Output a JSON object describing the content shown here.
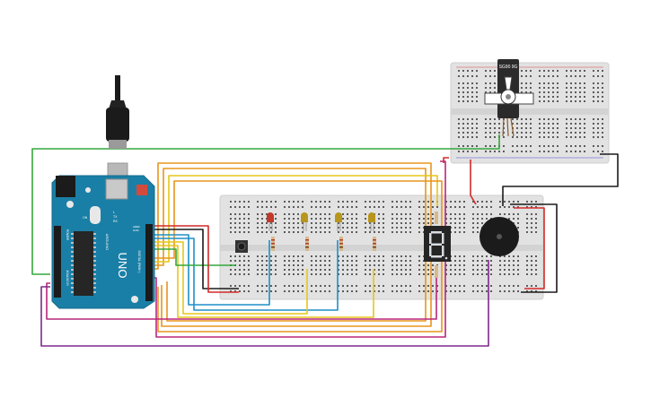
{
  "arduino": {
    "brand": "UNO",
    "model_text": "ARDUINO",
    "tx_label": "TX",
    "rx_label": "RX",
    "l_label": "L",
    "on_label": "ON",
    "aref_label": "AREF",
    "gnd_label": "GND",
    "digital_label": "DIGITAL (PWM~)",
    "power_label": "POWER",
    "analog_label": "ANALOG IN"
  },
  "servo": {
    "label": "SG90 9G"
  },
  "leds": [
    {
      "color_name": "red",
      "color": "#c0392b"
    },
    {
      "color_name": "yellow",
      "color": "#b8961c"
    },
    {
      "color_name": "yellow",
      "color": "#b8961c"
    },
    {
      "color_name": "yellow",
      "color": "#b8961c"
    }
  ],
  "seven_segment": {
    "digit_color": "#d9dde2"
  },
  "wire_colors": {
    "green": "#33a83c",
    "orange": "#e8951d",
    "yellow": "#e6c619",
    "blue": "#1e8fc9",
    "magenta": "#b8267d",
    "purple": "#7d2a8c",
    "red": "#d42a2a",
    "black": "#1b1b1b"
  }
}
